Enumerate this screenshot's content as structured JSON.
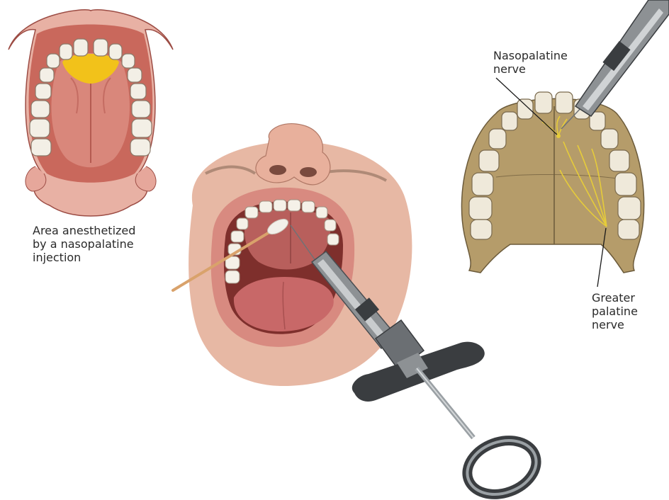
{
  "labels": {
    "area_anesthetized": [
      "Area anesthetized",
      "by a nasopalatine",
      "injection"
    ],
    "nasopalatine_nerve": [
      "Nasopalatine",
      "nerve"
    ],
    "greater_palatine_nerve": [
      "Greater",
      "palatine",
      "nerve"
    ]
  },
  "colors": {
    "palate_mucosa": "#c9685c",
    "anesthetized_area": "#f2c21a",
    "bone": "#b59c6a",
    "nerve": "#e6cc3a",
    "skin": "#e7b8a4",
    "lip": "#d88a80",
    "syringe_metal": "#8d9194",
    "syringe_dark": "#3a3d40",
    "cotton_stick": "#d9a26b"
  }
}
